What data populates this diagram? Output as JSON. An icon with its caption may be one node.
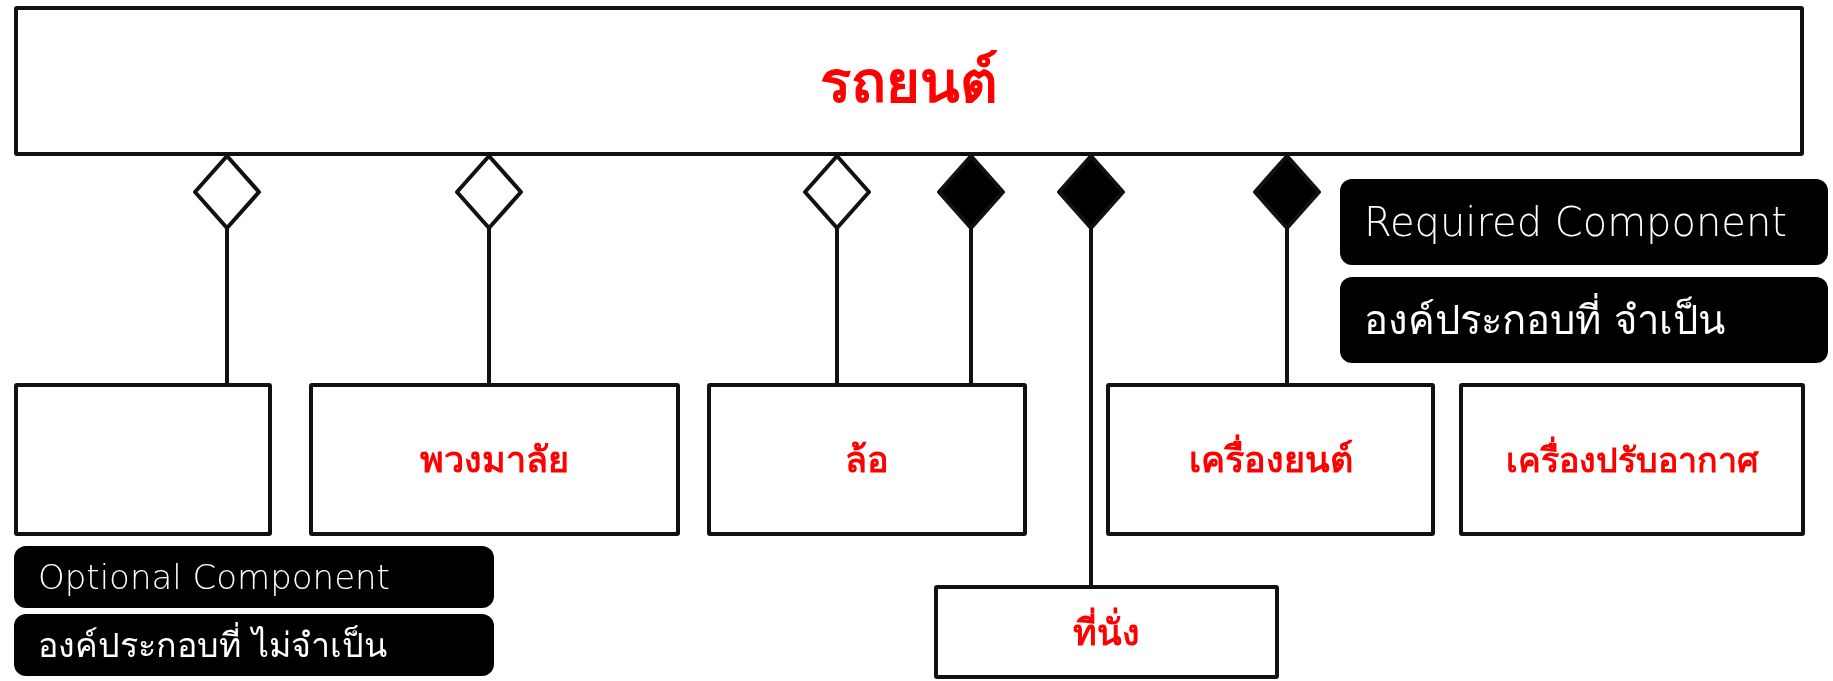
{
  "diagram": {
    "nodes": [
      {
        "text": [
          "รถยนต์"
        ]
      },
      {
        "text": [
          "Required Component"
        ]
      },
      {
        "text": [
          "องค์ประกอบที่ จำเป็น"
        ]
      },
      {
        "text": [],
        "shape": "box"
      },
      {
        "text": [
          "พวงมาลัย"
        ]
      },
      {
        "text": [
          "ล้อ"
        ]
      },
      {
        "text": [
          "เครื่องยนต์"
        ]
      },
      {
        "text": [
          "เครื่องปรับอากาศ"
        ]
      },
      {
        "text": [
          "Optional Component"
        ]
      },
      {
        "text": [
          "องค์ประกอบที่  ไม่จำเป็น"
        ]
      },
      {
        "text": [
          "ที่นั่ง"
        ]
      }
    ],
    "edges": [
      {
        "from": 0,
        "to": 3,
        "arrow": "other"
      },
      {
        "from": 0,
        "to": 4,
        "arrow": "other"
      },
      {
        "from": 0,
        "to": 5,
        "arrow": "other"
      },
      {
        "from": 0,
        "to": 5,
        "arrow": "other"
      },
      {
        "from": 0,
        "to": 10,
        "arrow": "other"
      },
      {
        "from": 0,
        "to": 6,
        "arrow": "other"
      }
    ]
  }
}
